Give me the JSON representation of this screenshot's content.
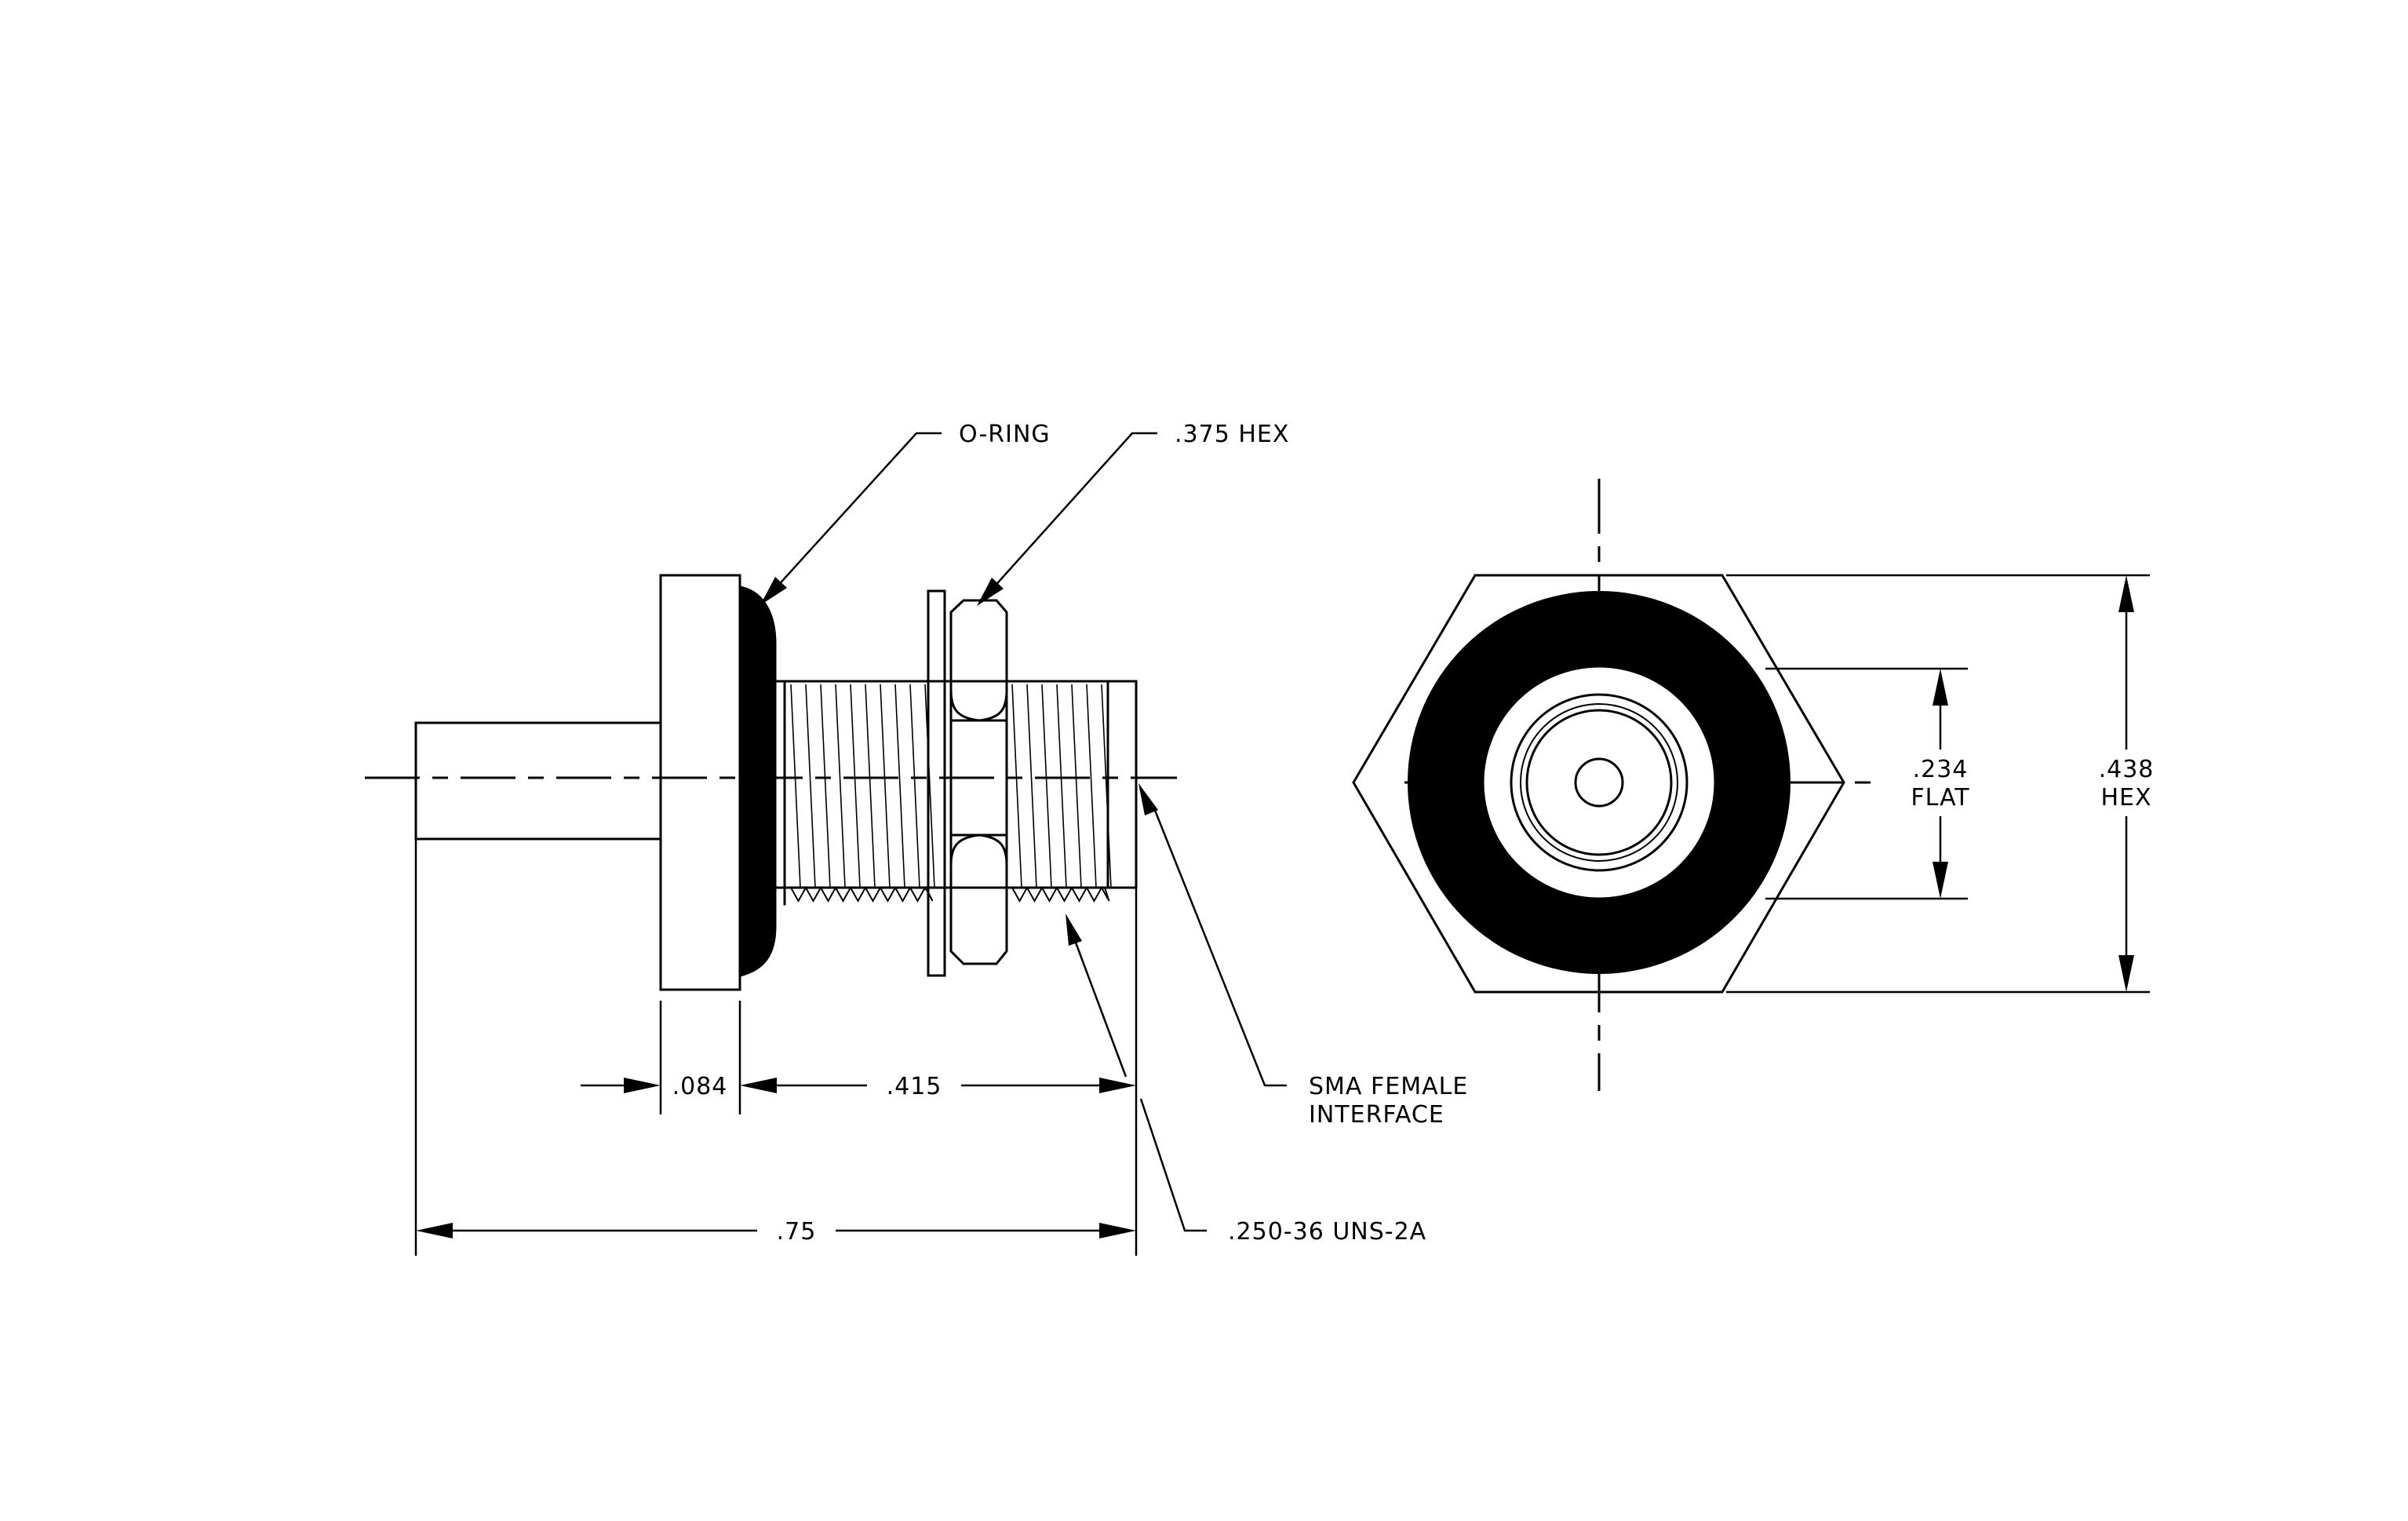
{
  "labels": {
    "o_ring": "O-RING",
    "hex_375": ".375 HEX",
    "sma_line1": "SMA FEMALE",
    "sma_line2": "INTERFACE",
    "thread": ".250-36 UNS-2A",
    "dim_084": ".084",
    "dim_415": ".415",
    "dim_75": ".75",
    "flat_value": ".234",
    "flat_word": "FLAT",
    "hex_value": ".438",
    "hex_word": "HEX"
  },
  "colors": {
    "ink": "#000000",
    "paper": "#ffffff"
  }
}
